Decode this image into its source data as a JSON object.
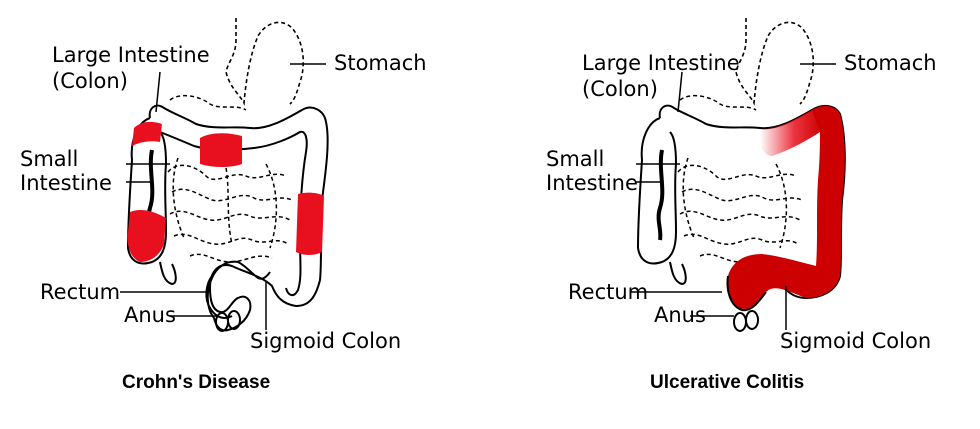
{
  "colors": {
    "inflammation": "#e8101e",
    "inflammation_dark": "#cc0000",
    "outline": "#000000",
    "background": "#ffffff"
  },
  "diagrams": [
    {
      "caption": "Crohn's Disease",
      "labels": {
        "large_intestine_line1": "Large Intestine",
        "large_intestine_line2": "(Colon)",
        "stomach": "Stomach",
        "small_intestine_line1": "Small",
        "small_intestine_line2": "Intestine",
        "rectum": "Rectum",
        "anus": "Anus",
        "sigmoid_colon": "Sigmoid Colon"
      }
    },
    {
      "caption": "Ulcerative Colitis",
      "labels": {
        "large_intestine_line1": "Large Intestine",
        "large_intestine_line2": "(Colon)",
        "stomach": "Stomach",
        "small_intestine_line1": "Small",
        "small_intestine_line2": "Intestine",
        "rectum": "Rectum",
        "anus": "Anus",
        "sigmoid_colon": "Sigmoid Colon"
      }
    }
  ]
}
